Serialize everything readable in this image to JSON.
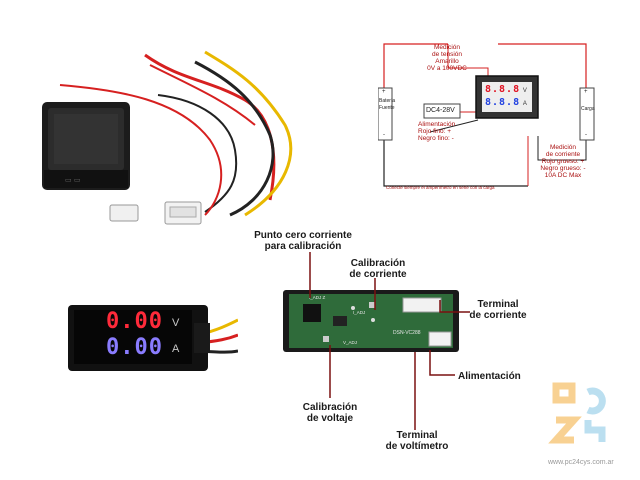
{
  "photo_labels": {
    "punto_cero": "Punto cero corriente\npara calibración",
    "calib_corriente": "Calibración\nde corriente",
    "terminal_corriente": "Terminal\nde corriente",
    "alimentacion": "Alimentación",
    "calib_voltaje": "Calibración\nde voltaje",
    "terminal_voltimetro": "Terminal\nde voltímetro"
  },
  "schematic": {
    "medicion_tension": "Medición\nde tensión\nAmarillo\n0V a 100VDC",
    "supply_box": "DC4-28V",
    "alimentacion": "Alimentación\nRojo fino: +\nNegro fino: -",
    "medicion_corriente": "Medición\nde corriente\nRojo grueso: +\nNegro grueso: -\n10A DC Max",
    "bateria": "Batería\nFuente",
    "carga": "Carga",
    "footer": "Conecte siempre el amperímetro en serie con la carga",
    "display_top": "8.8.8",
    "display_bottom": "8.8.8",
    "unit_v": "V",
    "unit_a": "A",
    "plus": "+",
    "minus": "-"
  },
  "meter_photo": {
    "reading_top": "0.00",
    "reading_bottom": "0.00",
    "unit_v": "V",
    "unit_a": "A"
  },
  "pcb": {
    "silk_1": "DSN-VC288",
    "silk_2": "V_ADJ",
    "silk_3": "I_ADJ",
    "silk_4": "I_ADJ Z"
  },
  "watermark": {
    "url": "www.pc24cys.com.ar"
  },
  "colors": {
    "red_wire": "#d62020",
    "yellow_wire": "#e8b800",
    "black_wire": "#222222",
    "red_led": "#ff2a3a",
    "blue_led": "#8a7cff",
    "pcb_green": "#2f6b3a",
    "logo_orange": "#f4b24a",
    "logo_blue": "#8ec9e6"
  }
}
